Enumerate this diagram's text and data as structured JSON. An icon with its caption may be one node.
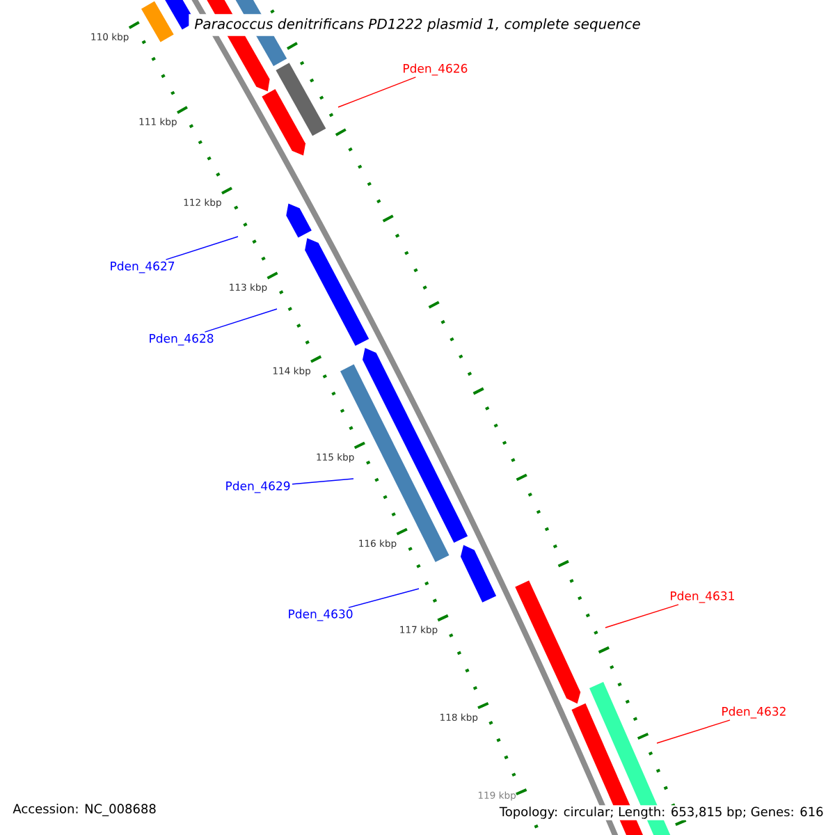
{
  "diagram": {
    "title": "Paracoccus denitrificans PD1222 plasmid 1, complete sequence",
    "nodes": [
      {
        "text": [
          "Pden_4626"
        ]
      },
      {
        "text": [
          "Pden_4627"
        ]
      },
      {
        "text": [
          "Pden_4628"
        ]
      },
      {
        "text": [
          "Pden_4629"
        ]
      },
      {
        "text": [
          "Pden_4630"
        ]
      },
      {
        "text": [
          "Pden_4631"
        ]
      },
      {
        "text": [
          "Pden_4632"
        ]
      }
    ],
    "edges": [
      {
        "from": 0,
        "to": null,
        "arrow": "none",
        "color": "#ff0000"
      },
      {
        "from": 1,
        "to": null,
        "arrow": "none"
      },
      {
        "from": 2,
        "to": null,
        "arrow": "none"
      },
      {
        "from": 3,
        "to": null,
        "arrow": "none"
      },
      {
        "from": 4,
        "to": null,
        "arrow": "none"
      },
      {
        "from": 5,
        "to": null,
        "arrow": "none",
        "color": "#ff0000"
      },
      {
        "from": 6,
        "to": null,
        "arrow": "none",
        "color": "#ff0000"
      }
    ],
    "labels": [
      "110 kbp",
      "111 kbp",
      "112 kbp",
      "113 kbp",
      "114 kbp",
      "115 kbp",
      "116 kbp",
      "117 kbp",
      "118 kbp",
      "119 kbp",
      "Accession: NC_008688",
      "Topology: circular; Length: 653,815 bp; Genes: 616"
    ]
  }
}
